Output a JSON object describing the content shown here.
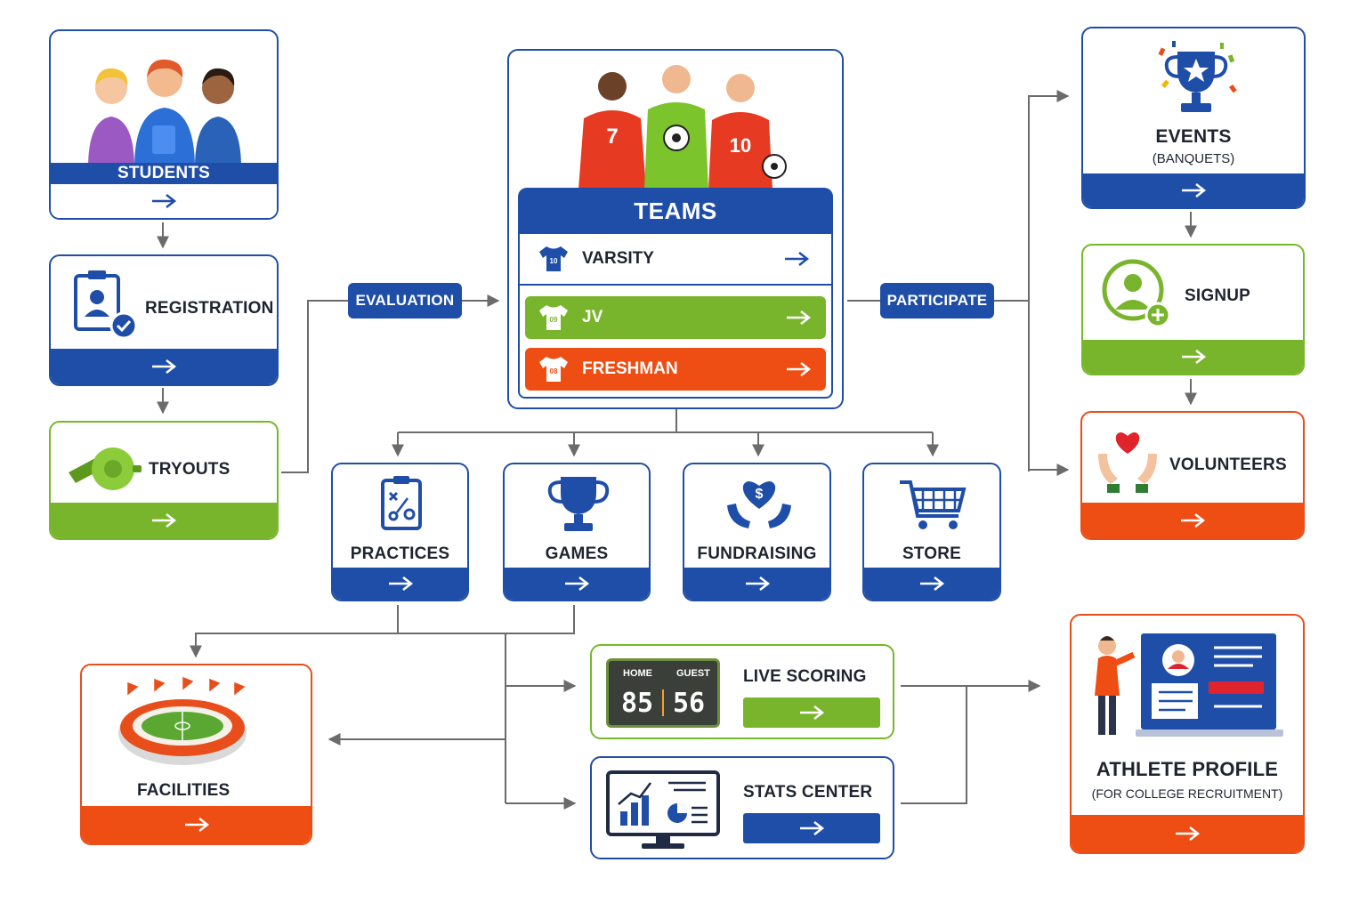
{
  "nodes": {
    "students": {
      "label": "STUDENTS"
    },
    "registration": {
      "label": "REGISTRATION"
    },
    "tryouts": {
      "label": "TRYOUTS"
    },
    "teams": {
      "label": "TEAMS",
      "rows": [
        {
          "label": "VARSITY",
          "jersey_number": "10",
          "color": "#1f4ea8"
        },
        {
          "label": "JV",
          "jersey_number": "09",
          "color": "#79b52c"
        },
        {
          "label": "FRESHMAN",
          "jersey_number": "08",
          "color": "#ee4d13"
        }
      ],
      "player_numbers": [
        "7",
        "10"
      ]
    },
    "practices": {
      "label": "PRACTICES"
    },
    "games": {
      "label": "GAMES"
    },
    "fundraising": {
      "label": "FUNDRAISING"
    },
    "store": {
      "label": "STORE"
    },
    "events": {
      "label": "EVENTS",
      "sublabel": "(BANQUETS)"
    },
    "signup": {
      "label": "SIGNUP"
    },
    "volunteers": {
      "label": "VOLUNTEERS"
    },
    "facilities": {
      "label": "FACILITIES"
    },
    "live_scoring": {
      "label": "LIVE SCORING",
      "scoreboard": {
        "home_label": "HOME",
        "guest_label": "GUEST",
        "home_score": "85",
        "guest_score": "56"
      }
    },
    "stats_center": {
      "label": "STATS CENTER"
    },
    "athlete_profile": {
      "label": "ATHLETE PROFILE",
      "sublabel": "(FOR COLLEGE RECRUITMENT)"
    }
  },
  "edge_labels": {
    "evaluation": "EVALUATION",
    "participate": "PARTICIPATE"
  },
  "colors": {
    "blue": "#1f4ea8",
    "green": "#79b52c",
    "orange": "#ee4d13",
    "connector": "#6b6b6b"
  }
}
